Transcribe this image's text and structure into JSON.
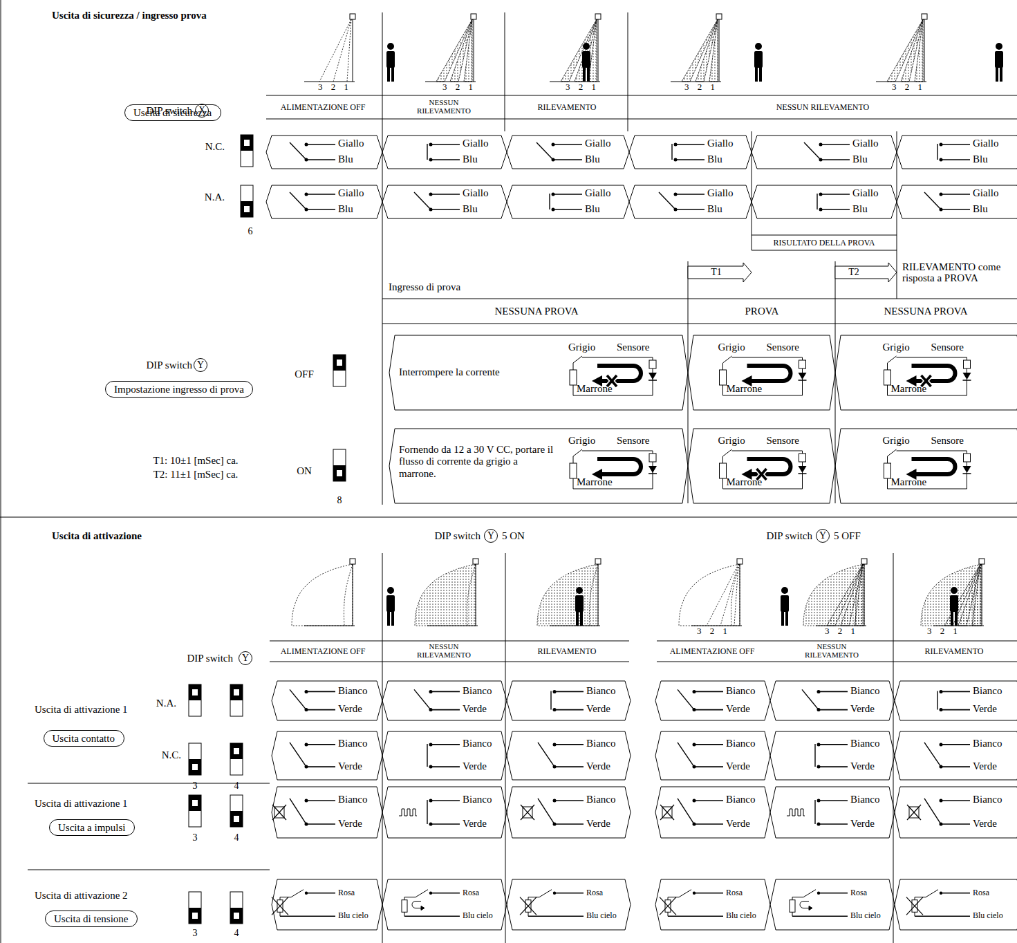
{
  "diagram": {
    "nodes": [
      {
        "text": [
          "X"
        ]
      },
      {
        "text": [
          "Uscita di sicurezza"
        ]
      },
      {
        "text": [
          "Giallo",
          "Blu"
        ]
      },
      {
        "text": [
          "Giallo",
          "Blu"
        ]
      },
      {
        "text": [
          "Giallo",
          "Blu"
        ]
      },
      {
        "text": [
          "Giallo",
          "Blu"
        ]
      },
      {
        "text": [
          "Giallo",
          "Blu"
        ]
      },
      {
        "text": [
          "Giallo",
          "Blu"
        ]
      },
      {
        "text": [
          "Giallo",
          "Blu"
        ]
      },
      {
        "text": [
          "Giallo",
          "Blu"
        ]
      },
      {
        "text": [
          "Giallo",
          "Blu"
        ]
      },
      {
        "text": [
          "Giallo",
          "Blu"
        ]
      },
      {
        "text": [
          "Giallo",
          "Blu"
        ]
      },
      {
        "text": [
          "Giallo",
          "Blu"
        ]
      },
      {
        "text": [
          "Y"
        ]
      },
      {
        "text": [
          "Impostazione ingresso di prova"
        ]
      },
      {
        "text": [
          "Interrompere la corrente",
          "Grigio",
          "Sensore",
          "Marrone"
        ]
      },
      {
        "text": [
          "Grigio",
          "Sensore",
          "Marrone"
        ]
      },
      {
        "text": [
          "Grigio",
          "Sensore",
          "Marrone"
        ]
      },
      {
        "text": [
          "Fornendo da 12 a 30 V CC, portare il flusso di corrente da grigio a marrone.",
          "Grigio",
          "Sensore",
          "Marrone"
        ]
      },
      {
        "text": [
          "Grigio",
          "Sensore",
          "Marrone"
        ]
      },
      {
        "text": [
          "Grigio",
          "Sensore",
          "Marrone"
        ]
      },
      {
        "text": [
          "Y"
        ]
      },
      {
        "text": [
          "Y"
        ]
      },
      {
        "text": [
          "Y"
        ]
      },
      {
        "text": [
          "Uscita contatto"
        ]
      },
      {
        "text": [
          "Bianco",
          "Verde"
        ]
      },
      {
        "text": [
          "Bianco",
          "Verde"
        ]
      },
      {
        "text": [
          "Bianco",
          "Verde"
        ]
      },
      {
        "text": [
          "Bianco",
          "Verde"
        ]
      },
      {
        "text": [
          "Bianco",
          "Verde"
        ]
      },
      {
        "text": [
          "Bianco",
          "Verde"
        ]
      },
      {
        "text": [
          "Bianco",
          "Verde"
        ]
      },
      {
        "text": [
          "Bianco",
          "Verde"
        ]
      },
      {
        "text": [
          "Bianco",
          "Verde"
        ]
      },
      {
        "text": [
          "Bianco",
          "Verde"
        ]
      },
      {
        "text": [
          "Bianco",
          "Verde"
        ]
      },
      {
        "text": [
          "Bianco",
          "Verde"
        ]
      },
      {
        "text": [
          "Uscita a impulsi"
        ]
      },
      {
        "text": [
          "Bianco",
          "Verde"
        ]
      },
      {
        "text": [
          "Bianco",
          "Verde"
        ]
      },
      {
        "text": [
          "Bianco",
          "Verde"
        ]
      },
      {
        "text": [
          "Bianco",
          "Verde"
        ]
      },
      {
        "text": [
          "Bianco",
          "Verde"
        ]
      },
      {
        "text": [
          "Bianco",
          "Verde"
        ]
      },
      {
        "text": [
          "Uscita di tensione"
        ]
      },
      {
        "text": [
          "Rosa",
          "Blu cielo"
        ]
      },
      {
        "text": [
          "Rosa",
          "Blu cielo"
        ]
      },
      {
        "text": [
          "Rosa",
          "Blu cielo"
        ]
      },
      {
        "text": [
          "Rosa",
          "Blu cielo"
        ]
      },
      {
        "text": [
          "Rosa",
          "Blu cielo"
        ]
      },
      {
        "text": [
          "Rosa",
          "Blu cielo"
        ]
      }
    ],
    "labels": [
      "Uscita di sicurezza / ingresso prova",
      "DIP switch",
      "3 2 1",
      "3 2 1",
      "3 2 1",
      "3 2 1",
      "3 2 1",
      "ALIMENTAZIONE OFF",
      "NESSUN RILEVAMENTO",
      "RILEVAMENTO",
      "NESSUN RILEVAMENTO",
      "N.C.",
      "N.A.",
      "6",
      "RISULTATO DELLA PROVA",
      "T1",
      "T2",
      "RILEVAMENTO come risposta a PROVA",
      "Ingresso di prova",
      "NESSUNA PROVA",
      "PROVA",
      "NESSUNA PROVA",
      "DIP switch",
      "OFF",
      "T1: 10±1 [mSec] ca.",
      "T2: 11±1 [mSec] ca.",
      "ON",
      "8",
      "Uscita di attivazione",
      "DIP switch",
      "5 ON",
      "DIP switch",
      "5 OFF",
      "3 2 1",
      "3 2 1",
      "3 2 1",
      "ALIMENTAZIONE OFF",
      "NESSUN RILEVAMENTO",
      "RILEVAMENTO",
      "ALIMENTAZIONE OFF",
      "NESSUN RILEVAMENTO",
      "RILEVAMENTO",
      "DIP switch",
      "Uscita di attivazione 1",
      "N.A.",
      "N.C.",
      "3",
      "4",
      "Uscita di attivazione 1",
      "3",
      "4",
      "Uscita di attivazione 2",
      "3",
      "4"
    ]
  }
}
